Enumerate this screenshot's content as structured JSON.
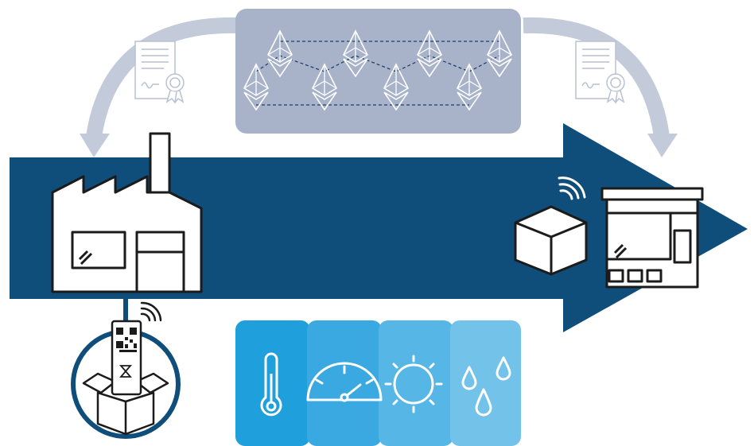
{
  "colors": {
    "arrow": "#0f4d7a",
    "curve": "#c3cad9",
    "chain_panel": "#a8b2c9",
    "icon_stroke": "#1b1b1b",
    "tile_temperature": "#1f9fdc",
    "tile_pressure": "#3aa9e2",
    "tile_light": "#56b6e6",
    "tile_humidity": "#72c2ea"
  },
  "blockchain": {
    "node_icon": "ethereum-diamond-icon",
    "node_count": 8
  },
  "certificates": [
    {
      "icon": "certificate-icon",
      "side": "left"
    },
    {
      "icon": "certificate-icon",
      "side": "right"
    }
  ],
  "origin": {
    "icon": "factory-icon"
  },
  "destination": {
    "icon": "store-icon",
    "parcel_icon": "package-icon",
    "signal_icon": "wireless-signal-icon"
  },
  "sensor_device": {
    "icons": [
      "qr-code-icon",
      "hourglass-icon",
      "wireless-signal-icon",
      "open-box-icon"
    ]
  },
  "sensors": [
    {
      "icon": "thermometer-icon"
    },
    {
      "icon": "gauge-icon"
    },
    {
      "icon": "sun-icon"
    },
    {
      "icon": "water-drops-icon"
    }
  ]
}
